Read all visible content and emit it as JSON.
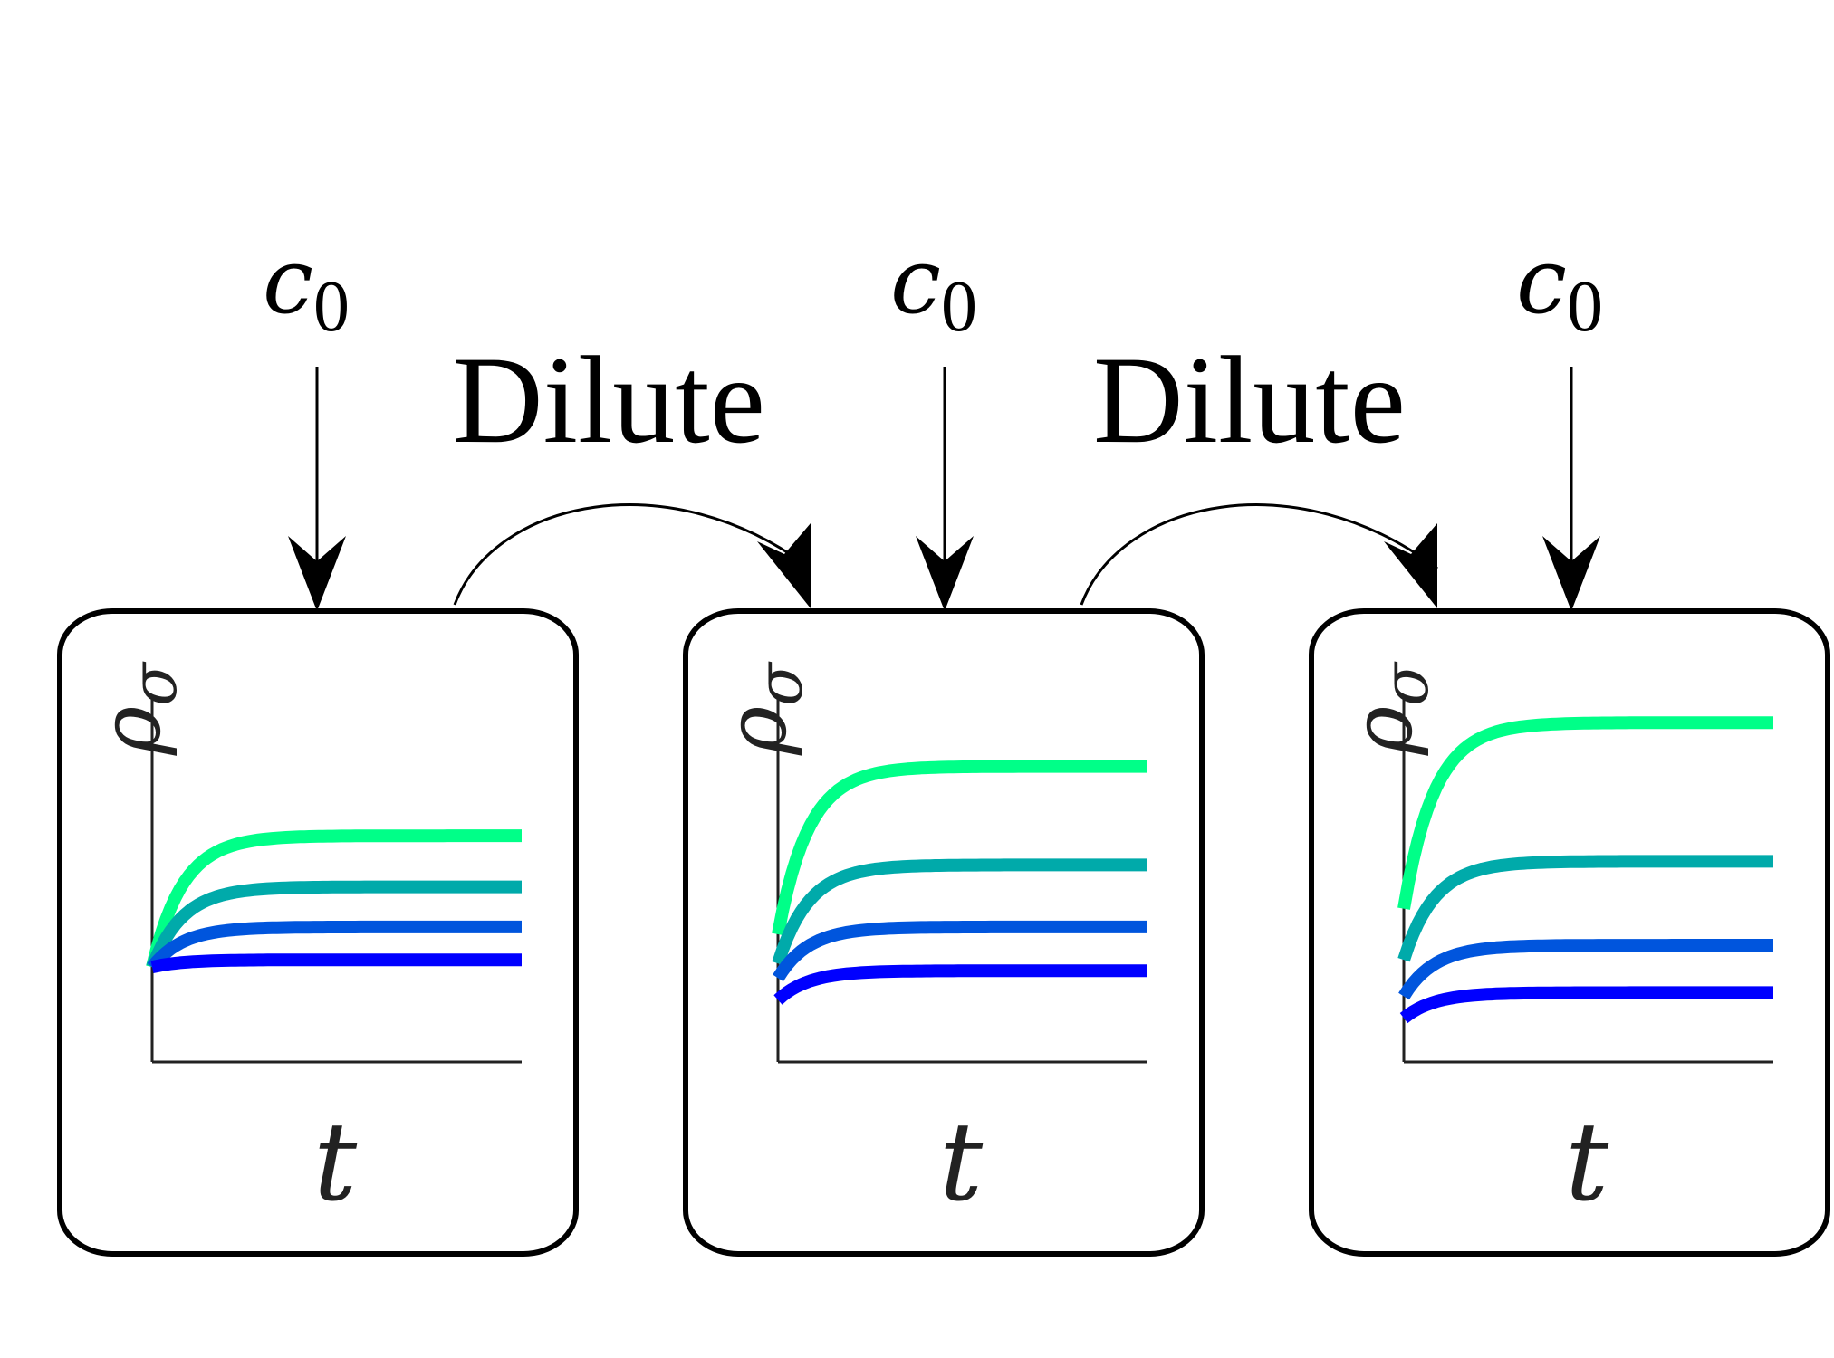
{
  "input_label": {
    "main": "c",
    "subscript": "0"
  },
  "step_label": "Dilute",
  "axis": {
    "x": "t",
    "y_main": "ρ",
    "y_sub": "σ"
  },
  "colors": {
    "line": "#000000",
    "axis": "#222222",
    "series": [
      "#00ff88",
      "#00aaaa",
      "#0055dd",
      "#0000ff"
    ]
  },
  "panels": [
    {
      "id": "panel-1",
      "levels": [
        0.62,
        0.48,
        0.37,
        0.28
      ],
      "start": 0.26
    },
    {
      "id": "panel-2",
      "levels": [
        0.81,
        0.54,
        0.37,
        0.25
      ],
      "start_values": [
        0.35,
        0.27,
        0.23,
        0.17
      ]
    },
    {
      "id": "panel-3",
      "levels": [
        0.93,
        0.55,
        0.32,
        0.19
      ],
      "start_values": [
        0.42,
        0.28,
        0.18,
        0.12
      ]
    }
  ]
}
